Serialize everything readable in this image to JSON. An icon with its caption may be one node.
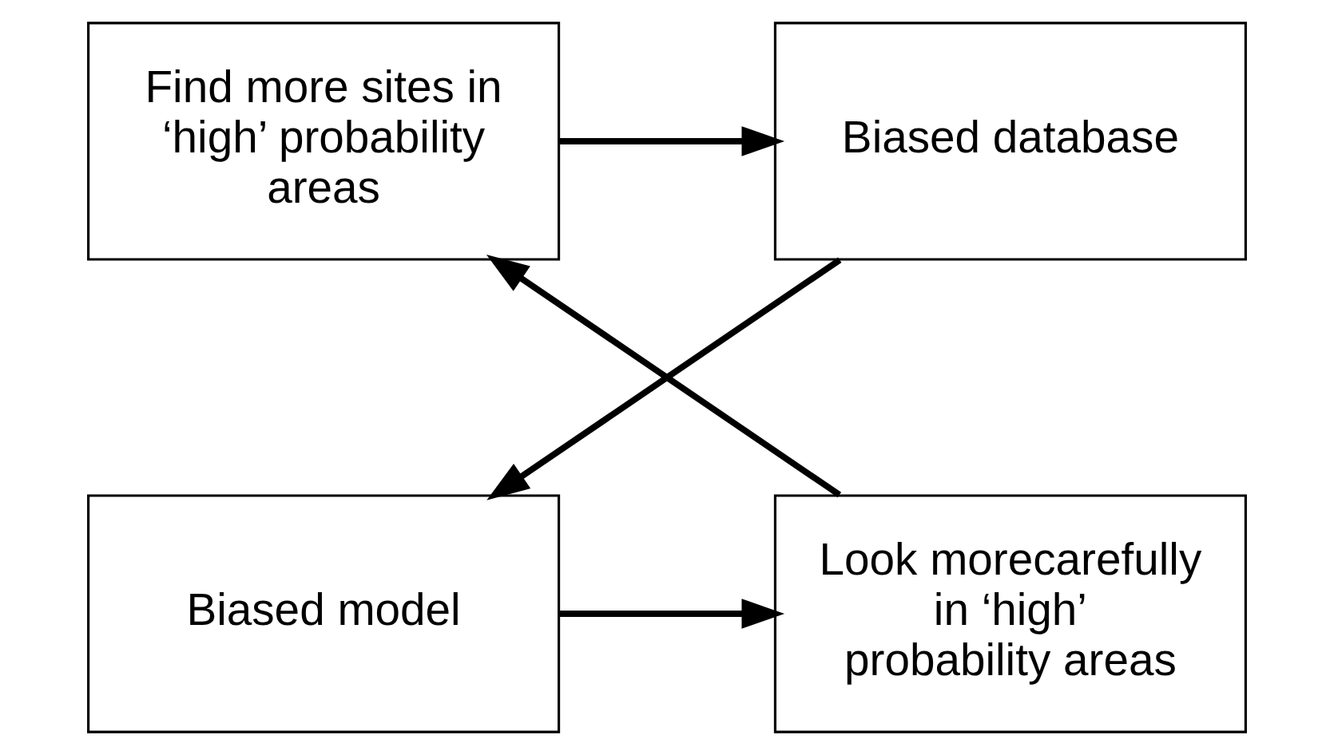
{
  "diagram": {
    "nodes": [
      {
        "text": [
          "Biased database"
        ]
      },
      {
        "text": [
          "Find more sites in ‘high’ probability areas"
        ]
      },
      {
        "text": [
          "Biased model"
        ]
      },
      {
        "text": [
          "Look morecarefully in ‘high’ probability areas"
        ]
      }
    ],
    "edges": [
      {
        "from": 1,
        "to": 0,
        "arrow": "to"
      },
      {
        "from": 0,
        "to": 2,
        "arrow": "to"
      },
      {
        "from": 2,
        "to": 3,
        "arrow": "to"
      },
      {
        "from": 3,
        "to": 1,
        "arrow": "to"
      }
    ]
  }
}
